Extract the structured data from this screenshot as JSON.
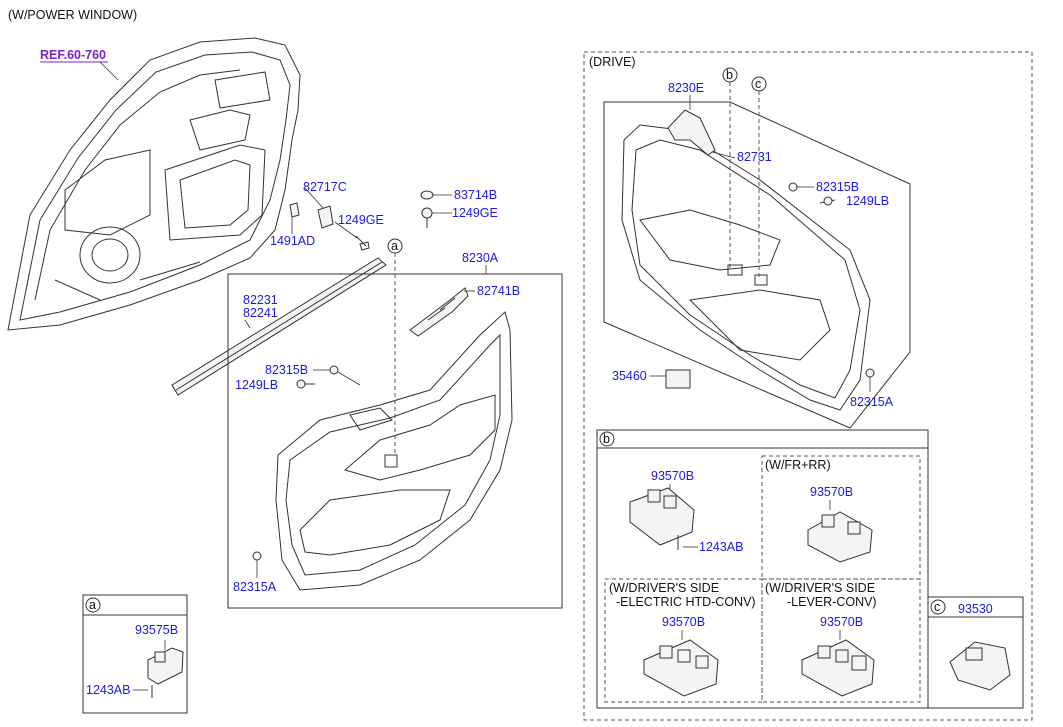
{
  "header": {
    "title": "(W/POWER WINDOW)"
  },
  "ref": {
    "label": "REF.60-760"
  },
  "main_labels": {
    "p82717C": "82717C",
    "p1249GE_a": "1249GE",
    "p1491AD": "1491AD",
    "p83714B": "83714B",
    "p1249GE_b": "1249GE",
    "p8230A": "8230A",
    "p82741B": "82741B",
    "p82231": "82231",
    "p82241": "82241",
    "p82315B": "82315B",
    "p1249LB": "1249LB",
    "p82315A": "82315A",
    "callout_a": "a"
  },
  "drive": {
    "title": "(DRIVE)",
    "p8230E": "8230E",
    "p82731": "82731",
    "p82315B": "82315B",
    "p1249LB": "1249LB",
    "p35460": "35460",
    "p82315A": "82315A",
    "callout_b": "b",
    "callout_c": "c"
  },
  "inset_a": {
    "tag": "a",
    "p93575B": "93575B",
    "p1243AB": "1243AB"
  },
  "inset_b": {
    "tag": "b",
    "p93570B_main": "93570B",
    "p1243AB": "1243AB",
    "frrr_title": "(W/FR+RR)",
    "p93570B_frrr": "93570B",
    "htd_title_1": "(W/DRIVER'S SIDE",
    "htd_title_2": "-ELECTRIC HTD-CONV)",
    "p93570B_htd": "93570B",
    "lever_title_1": "(W/DRIVER'S SIDE",
    "lever_title_2": "-LEVER-CONV)",
    "p93570B_lever": "93570B"
  },
  "inset_c": {
    "tag": "c",
    "p93530": "93530"
  },
  "colors": {
    "part_label": "#1a1adf",
    "ref_label": "#7a22c8",
    "text": "#111111",
    "line": "#333333"
  }
}
